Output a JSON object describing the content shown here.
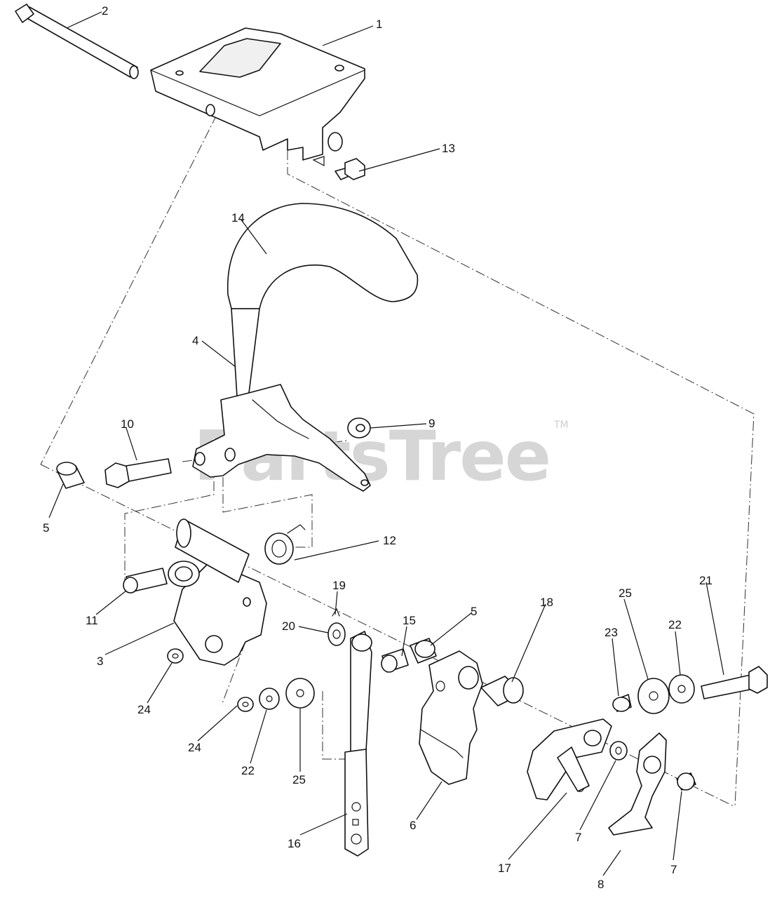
{
  "watermark": {
    "text": "PartsTree",
    "trademark": "TM"
  },
  "callouts": [
    "1",
    "2",
    "13",
    "14",
    "4",
    "10",
    "9",
    "5",
    "12",
    "19",
    "20",
    "15",
    "5",
    "18",
    "25",
    "22",
    "21",
    "23",
    "11",
    "3",
    "24",
    "24",
    "22",
    "25",
    "16",
    "6",
    "17",
    "7",
    "7",
    "8"
  ]
}
